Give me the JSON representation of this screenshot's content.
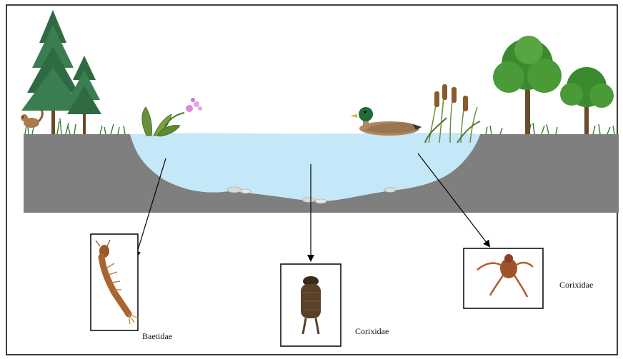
{
  "labels": {
    "left": "Baetidae",
    "center": "Corixidae",
    "right": "Corixidae"
  },
  "colors": {
    "ground": "#7f7f7f",
    "water": "#c5e8f8",
    "frame": "#000000",
    "specimen_brown": "#a0522d"
  },
  "icons": [
    "pine-tree-icon",
    "chipmunk-icon",
    "water-plant-icon",
    "flower-icon",
    "duck-icon",
    "cattail-icon",
    "deciduous-tree-icon",
    "pebble-icon",
    "arrow-icon"
  ]
}
